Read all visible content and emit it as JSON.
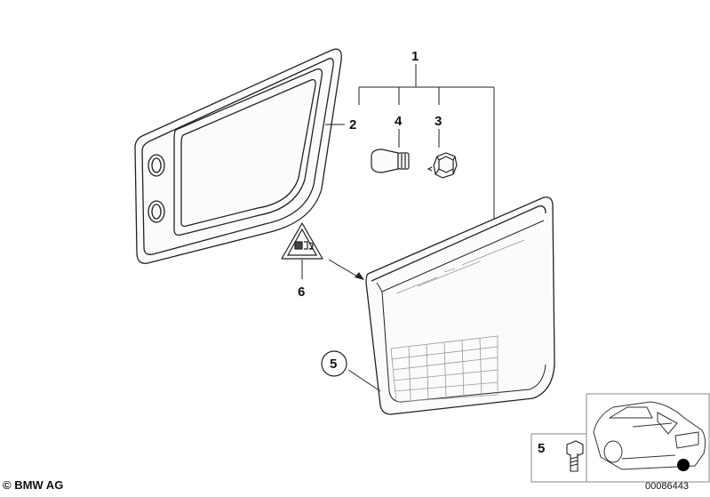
{
  "callouts": {
    "c1": "1",
    "c2": "2",
    "c3": "3",
    "c4": "4",
    "c5": "5",
    "c6": "6",
    "inset_5": "5"
  },
  "footer": {
    "copyright": "© BMW AG",
    "part_number": "00086443"
  }
}
